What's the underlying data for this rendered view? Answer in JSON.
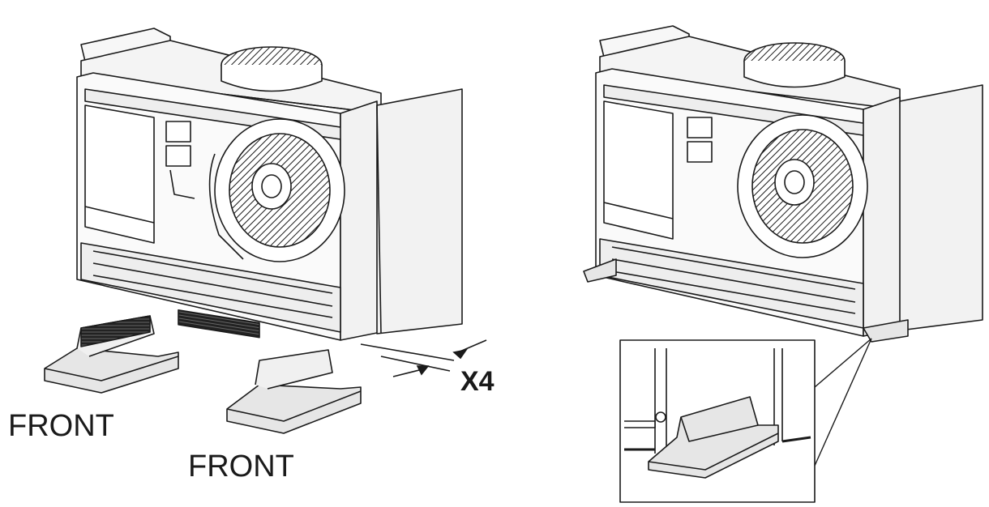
{
  "diagram": {
    "labels": {
      "front_left": "FRONT",
      "front_right": "FRONT",
      "quantity": "X4"
    }
  },
  "colors": {
    "line": "#1a1a1a",
    "panel_fill": "#f2f2f2",
    "bracket_fill": "#e6e6e6",
    "grille_fill": "#333333"
  }
}
